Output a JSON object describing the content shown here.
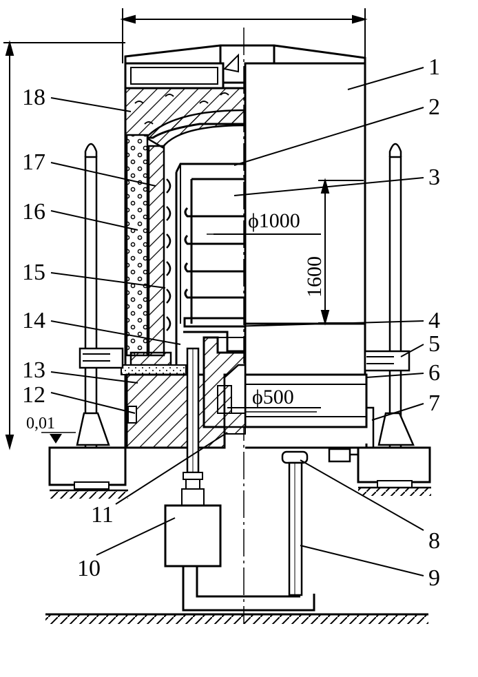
{
  "labels": {
    "n1": "1",
    "n2": "2",
    "n3": "3",
    "n4": "4",
    "n5": "5",
    "n6": "6",
    "n7": "7",
    "n8": "8",
    "n9": "9",
    "n10": "10",
    "n11": "11",
    "n12": "12",
    "n13": "13",
    "n14": "14",
    "n15": "15",
    "n16": "16",
    "n17": "17",
    "n18": "18"
  },
  "dimensions": {
    "upper_diameter": "ϕ1000",
    "lower_diameter": "ϕ500",
    "height": "1600",
    "level": "0,01"
  }
}
